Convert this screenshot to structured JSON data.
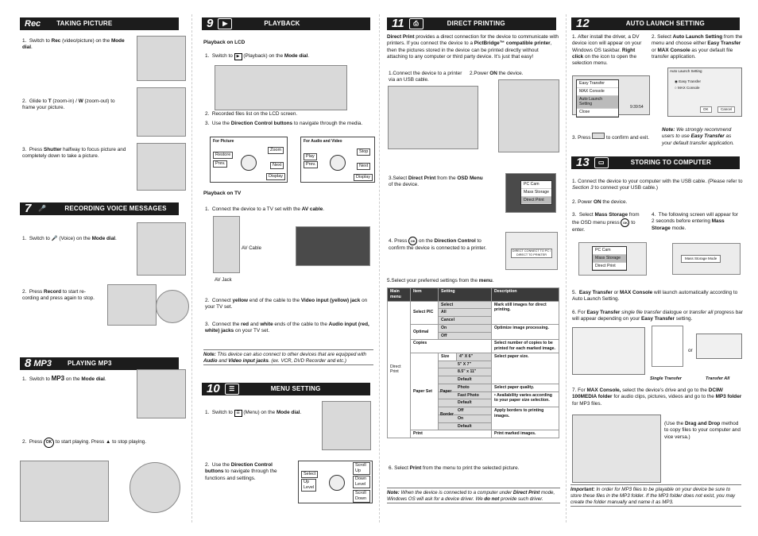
{
  "s_rec": {
    "title": "TAKING PICTURE",
    "num": "Rec",
    "s1": [
      "Switch to ",
      "Rec",
      " (video/picture) on the ",
      "Mode dial",
      "."
    ],
    "s2": [
      "Glide to ",
      "T",
      " (zoom-in) / ",
      "W",
      " (zoom-out) to frame your picture."
    ],
    "s3": [
      "Press ",
      "Shutter",
      " halfway to focus picture and completely down to take a picture."
    ]
  },
  "s7": {
    "num": "7",
    "title": "RECORDING VOICE MESSAGES",
    "s1": [
      "Switch to ",
      "(Voice) on the ",
      "Mode dial",
      "."
    ],
    "s2": [
      "Press ",
      "Record",
      " to start re-cording and press again to stop."
    ]
  },
  "s8": {
    "num": "8",
    "icon": "MP3",
    "title": "PLAYING MP3",
    "s1": [
      "Switch to ",
      "MP3",
      " on the ",
      "Mode dial",
      "."
    ],
    "s2": [
      "Press ",
      "OK",
      " to start playing. Press ",
      "to stop playing."
    ]
  },
  "s9": {
    "num": "9",
    "title": "PLAYBACK",
    "sub1": "Playback on LCD",
    "s1": [
      "Switch to ",
      "(Playback) on the ",
      "Mode dial",
      "."
    ],
    "s2": "Recorded files list on the LCD screen.",
    "s3": [
      "Use the ",
      "Direction Control buttons",
      " to navigate through the media."
    ],
    "pic": {
      "title": "For Picture",
      "restore": "Restore",
      "zoom": "Zoom",
      "prev": "Prev.",
      "next": "Next",
      "display": "Display"
    },
    "av": {
      "title": "For Audio and Video",
      "play": "Play",
      "stop": "Stop",
      "prev": "Prev.",
      "next": "Next",
      "display": "Display"
    },
    "sub2": "Playback on TV",
    "t1": [
      "Connect the device to a TV set with the ",
      "AV cable",
      "."
    ],
    "avcable": "AV Cable",
    "avjack": "AV Jack",
    "t2": [
      "Connect ",
      "yellow",
      " end of the cable to the ",
      "Video input (yellow) jack",
      " on your TV set."
    ],
    "t3": [
      "Connect the ",
      "red",
      " and ",
      "white",
      " ends of the cable to the ",
      "Audio input (red, white) jacks",
      " on your TV set."
    ],
    "note": [
      "Note:",
      " This device can also connect to other devices that are equipped with ",
      "Audio",
      " and ",
      "Video input jacks",
      ". (ex. VCR, DVD Recorder and etc.)"
    ]
  },
  "s10": {
    "num": "10",
    "title": "MENU SETTING",
    "s1": [
      "Switch to ",
      "(Menu) on the ",
      "Mode dial",
      "."
    ],
    "s2": [
      "Use the ",
      "Direction Control buttons",
      " to navigate through the functions and settings."
    ],
    "select": "Select",
    "up": "Up",
    "level": "Level",
    "down": "Down",
    "scroll_up": "Scroll Up",
    "scroll_down": "Scroll Down",
    "down_level": "Down Level"
  },
  "s11": {
    "num": "11",
    "title": "DIRECT PRINTING",
    "intro": [
      "Direct Print",
      " provides a direct connection for the device to communicate with printers. If you connect the device to a ",
      "PictBridge™ compatible printer",
      ", then the pictures stored in the device can be printed directly without attaching to any computer or third party device. It's just that easy!"
    ],
    "p1": "1.Connect the device to a printer via an USB cable.",
    "p2": [
      "2.Power ",
      "ON",
      " the device."
    ],
    "p3": [
      "3.Select ",
      "Direct Print",
      " from the ",
      "OSD Menu",
      " of the device."
    ],
    "osd": [
      "PC Cam",
      "Mass Storage",
      "Direct Print"
    ],
    "p4": [
      "4. Press ",
      "on the ",
      "Direction Control",
      " to confirm the device is connected to a printer."
    ],
    "lcd4": "DIRECT CONNECT TO PC / DIRECT TO PRINTER",
    "p5": [
      "5.Select your preferred settings from the ",
      "menu",
      "."
    ],
    "table": {
      "head": [
        "Main menu",
        "Item",
        "Setting",
        "Description"
      ],
      "rows": [
        [
          "",
          "Select PIC",
          "Select",
          "Mark still images for direct printing."
        ],
        [
          "",
          "",
          "All",
          ""
        ],
        [
          "",
          "",
          "Cancel",
          ""
        ],
        [
          "",
          "Optimal",
          "On",
          "Optimize image processing."
        ],
        [
          "",
          "",
          "Off",
          ""
        ],
        [
          "",
          "Copies",
          "",
          "Select number of copies to be printed for each marked image."
        ],
        [
          "Direct Print",
          "Paper Set",
          "Size: 4\" X 6\"",
          "Select paper size."
        ],
        [
          "",
          "",
          "5\" X 7\"",
          ""
        ],
        [
          "",
          "",
          "8.5\" x 11\"",
          ""
        ],
        [
          "",
          "",
          "Default",
          ""
        ],
        [
          "",
          "",
          "Paper: Photo",
          "Select paper quality."
        ],
        [
          "",
          "",
          "Fast Photo",
          "• Availability varies according to your paper size selection."
        ],
        [
          "",
          "",
          "Default",
          ""
        ],
        [
          "",
          "",
          "Border: Off",
          "Apply borders to printing images."
        ],
        [
          "",
          "",
          "On",
          ""
        ],
        [
          "",
          "",
          "Default",
          ""
        ],
        [
          "",
          "Print",
          "",
          "Print marked images."
        ]
      ],
      "size": "Size",
      "paper": "Paper",
      "border": "Border"
    },
    "p6": [
      "6. Select ",
      "Print",
      " from the menu to print the selected picture."
    ],
    "note": [
      "Note:",
      " When the device is connected to a computer under ",
      "Direct Print",
      " mode, Windows OS will ask for a device driver. We ",
      "do not",
      " provide such driver."
    ]
  },
  "s12": {
    "num": "12",
    "title": "AUTO LAUNCH SETTING",
    "s1": [
      "After install the driver, a DV device icon will appear on your Windows OS taskbar. ",
      "Right click",
      " on the icon to open the selection menu."
    ],
    "menu": [
      "Easy Transfer",
      "MAX Console",
      "Auto Launch Setting",
      "Close"
    ],
    "clock": "9:39:54",
    "s2": [
      "Select ",
      "Auto Launch Setting",
      " from the menu and choose either ",
      "Easy Transfer",
      " or ",
      "MAX Console",
      " as your default file transfer application."
    ],
    "dlg": {
      "title": "Auto Launch Setting",
      "opt1": "Easy Transfer",
      "opt2": "MAX Console",
      "ok": "OK",
      "cancel": "Cancel"
    },
    "s3": [
      "Press ",
      "to confirm and exit."
    ],
    "note": [
      "Note:",
      " We strongly recommend users to use ",
      "Easy Transfer",
      " as your default transfer application."
    ]
  },
  "s13": {
    "num": "13",
    "title": "STORING TO COMPUTER",
    "s1": [
      "Connect the device to your computer with the USB cable. (Please refer to ",
      "Section 3",
      " to connect your USB cable.)"
    ],
    "s2": [
      "Power ",
      "ON",
      " the device."
    ],
    "s3": [
      "Select ",
      "Mass Storage",
      " from the OSD menu press ",
      "to enter."
    ],
    "s4": [
      "The following screen will appear for 2 seconds before entering ",
      "Mass Storage",
      " mode."
    ],
    "lcd": "Mass Storage Mode",
    "s5": [
      "Easy Transfer",
      " or ",
      "MAX Console",
      " will launch automatically according to Auto Launch Setting."
    ],
    "s6": [
      "For ",
      "Easy Transfer",
      " single file transfer",
      " dialogue or ",
      "transfer all",
      " progress bar will appear depending on your ",
      "Easy Transfer",
      " setting."
    ],
    "cap1": "Single Transfer",
    "or": "or",
    "cap2": "Transfer All",
    "s7": [
      "For ",
      "MAX Console,",
      " select the device's drive and go to the ",
      "DCIM/ 100MEDIA folder",
      " for audio clips, pictures, videos and go to the ",
      "MP3 folder",
      " for MP3 files."
    ],
    "s8": [
      "(Use the ",
      "Drag and Drop",
      " method to copy files to your computer and vice versa.)"
    ],
    "imp": [
      "Important:",
      " In order for MP3 files to be playable on your device be sure to store these files in the MP3 folder. If the MP3 folder does not exist, you may create the folder manually and name it as MP3."
    ]
  }
}
